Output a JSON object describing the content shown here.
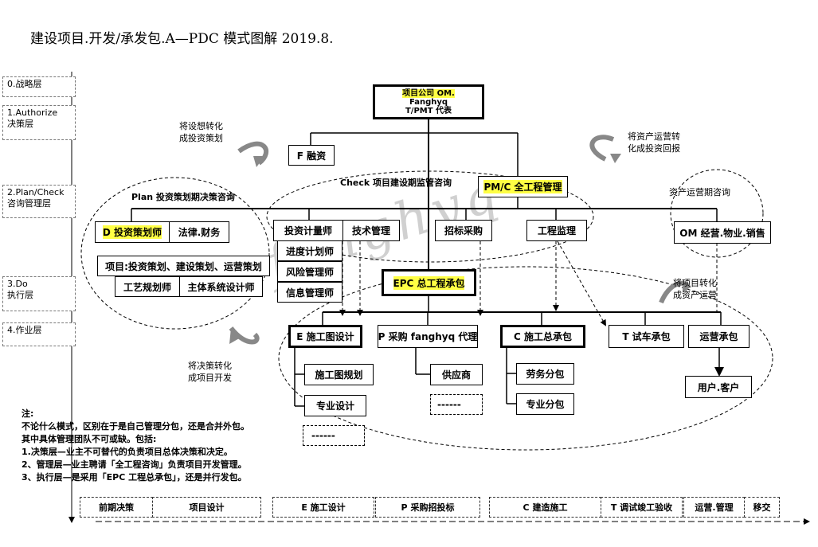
{
  "title": "建设项目.开发/承发包.A—PDC 模式图解 2019.8.",
  "watermark": "fanghyq",
  "levels": [
    {
      "line1": "0.战略层",
      "line2": ""
    },
    {
      "line1": "1.Authorize",
      "line2": "决策层"
    },
    {
      "line1": "2.Plan/Check",
      "line2": "咨询管理层"
    },
    {
      "line1": "3.Do",
      "line2": "执行层"
    },
    {
      "line1": "4.作业层",
      "line2": ""
    }
  ],
  "nodes": {
    "top": {
      "line1": "项目公司 OM.",
      "line2": "Fanghyq",
      "line3": "T/PMT 代表"
    },
    "finance": "F 融资",
    "pmc": "PM/C 全工程管理",
    "invest_plan": "D 投资策划师",
    "legal": "法律.财务",
    "project_policy": "项目:投资策划、建设策划、运营策划",
    "process_planner": "工艺规划师",
    "system_designer": "主体系统设计师",
    "cost_engineer": "投资计量师",
    "tech_mgmt": "技术管理",
    "schedule_planner": "进度计划师",
    "risk_manager": "风险管理师",
    "info_manager": "信息管理师",
    "tender": "招标采购",
    "supervision": "工程监理",
    "om_ops": "OM 经营.物业.销售",
    "epc": "EPC 总工程承包",
    "e_design": "E 施工图设计",
    "p_proc": "P 采购 fanghyq 代理",
    "c_contract": "C 施工总承包",
    "t_trial": "T 试车承包",
    "ops_contract": "运营承包",
    "drawing_plan": "施工图规划",
    "pro_design": "专业设计",
    "e_more": "------",
    "supplier": "供应商",
    "p_more": "------",
    "labor_sub": "劳务分包",
    "pro_sub": "专业分包",
    "user_customer": "用户.客户"
  },
  "labels": {
    "idea_to_plan": [
      "将设想转化",
      "成投资策划"
    ],
    "asset_to_return": [
      "将资产运营转",
      "化成投资回报"
    ],
    "check_consult": "Check 项目建设期监管咨询",
    "plan_consult": "Plan 投资策划期决策咨询",
    "asset_ops_consult": "资产运营期咨询",
    "project_to_asset": [
      "将项目转化",
      "成资产运营"
    ],
    "decision_to_dev": [
      "将决策转化",
      "成项目开发"
    ]
  },
  "notes": [
    "注:",
    "不论什么模式，区别在于是自己管理分包，还是合并外包。",
    "其中具体管理团队不可或缺。包括:",
    "1.决策层—业主不可替代的负责项目总体决策和决定。",
    "2、管理层—业主聘请「全工程咨询」负责项目开发管理。",
    "3、执行层—是采用「EPC 工程总承包」，还是并行发包。"
  ],
  "bottom": [
    "前期决策",
    "项目设计",
    "E 施工设计",
    "P 采购招投标",
    "C 建造施工",
    "T 调试竣工验收",
    "运营.管理",
    "移交"
  ]
}
